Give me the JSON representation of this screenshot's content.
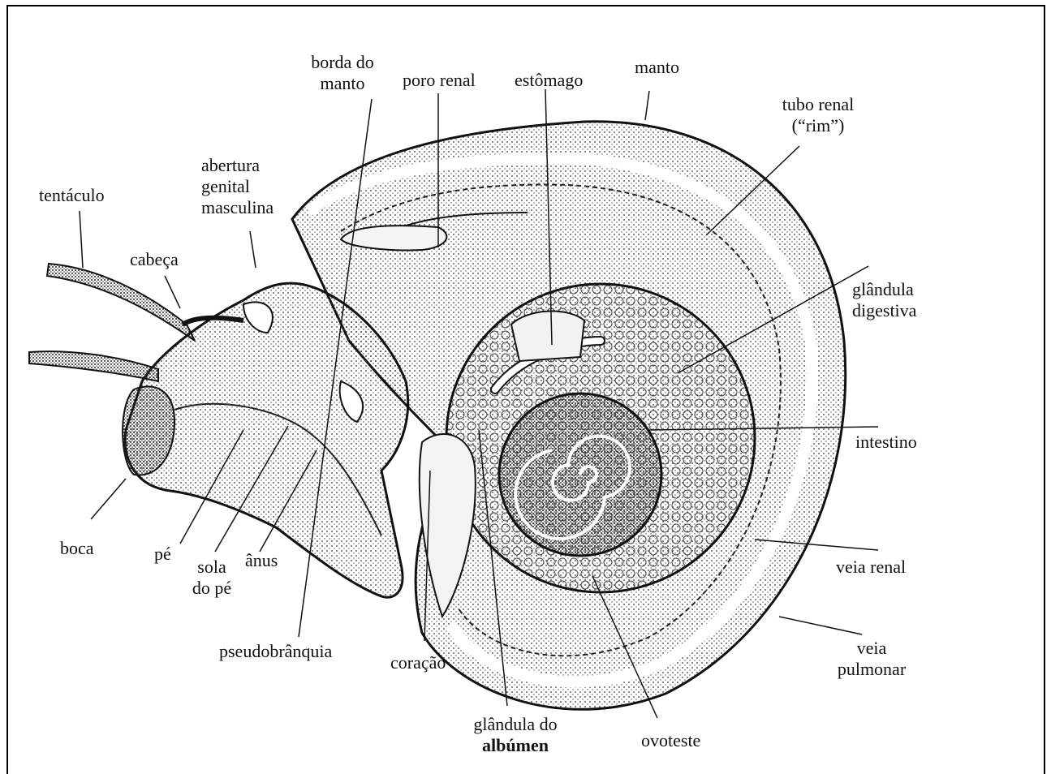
{
  "labels": {
    "borda_do_manto": [
      "borda do",
      "manto"
    ],
    "poro_renal": "poro renal",
    "estomago": "estômago",
    "manto": "manto",
    "tubo_renal": [
      "tubo renal",
      "(“rim”)"
    ],
    "abertura_genital": [
      "abertura",
      "genital",
      "masculina"
    ],
    "tentaculo": "tentáculo",
    "cabeca": "cabeça",
    "glandula_digestiva": [
      "glândula",
      "digestiva"
    ],
    "intestino": "intestino",
    "boca": "boca",
    "pe": "pé",
    "sola_do_pe": [
      "sola",
      "do pé"
    ],
    "anus": "ânus",
    "veia_renal": "veia renal",
    "pseudobranquia": "pseudobrânquia",
    "coracao": "coração",
    "veia_pulmonar": [
      "veia",
      "pulmonar"
    ],
    "glandula_do_albumen": [
      "glândula do",
      "albúmen"
    ],
    "ovoteste": "ovoteste"
  }
}
